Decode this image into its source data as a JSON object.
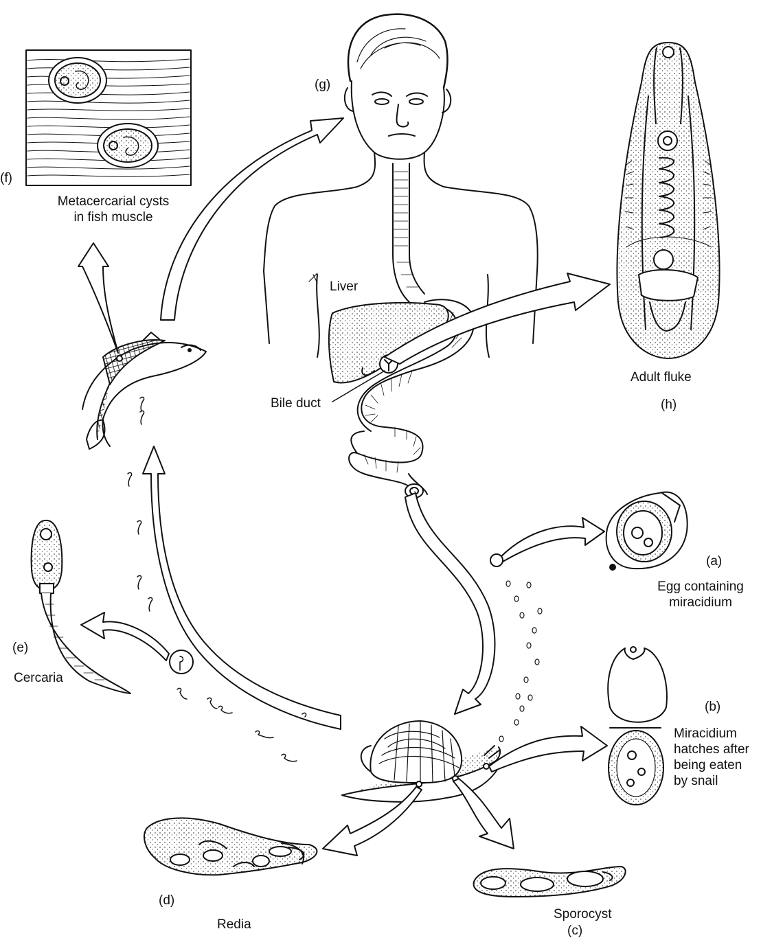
{
  "labels": {
    "f": "(f)",
    "g": "(g)",
    "h": "(h)",
    "a": "(a)",
    "b": "(b)",
    "c": "(c)",
    "d": "(d)",
    "e": "(e)",
    "metacercarial_1": "Metacercarial cysts",
    "metacercarial_2": "in fish muscle",
    "liver": "Liver",
    "bile_duct": "Bile duct",
    "adult_fluke": "Adult fluke",
    "egg_1": "Egg containing",
    "egg_2": "miracidium",
    "mira_1": "Miracidium",
    "mira_2": "hatches after",
    "mira_3": "being eaten",
    "mira_4": "by snail",
    "sporocyst": "Sporocyst",
    "redia": "Redia",
    "cercaria": "Cercaria"
  },
  "colors": {
    "ink": "#111111",
    "paper": "#ffffff",
    "stipple": "#555555"
  }
}
